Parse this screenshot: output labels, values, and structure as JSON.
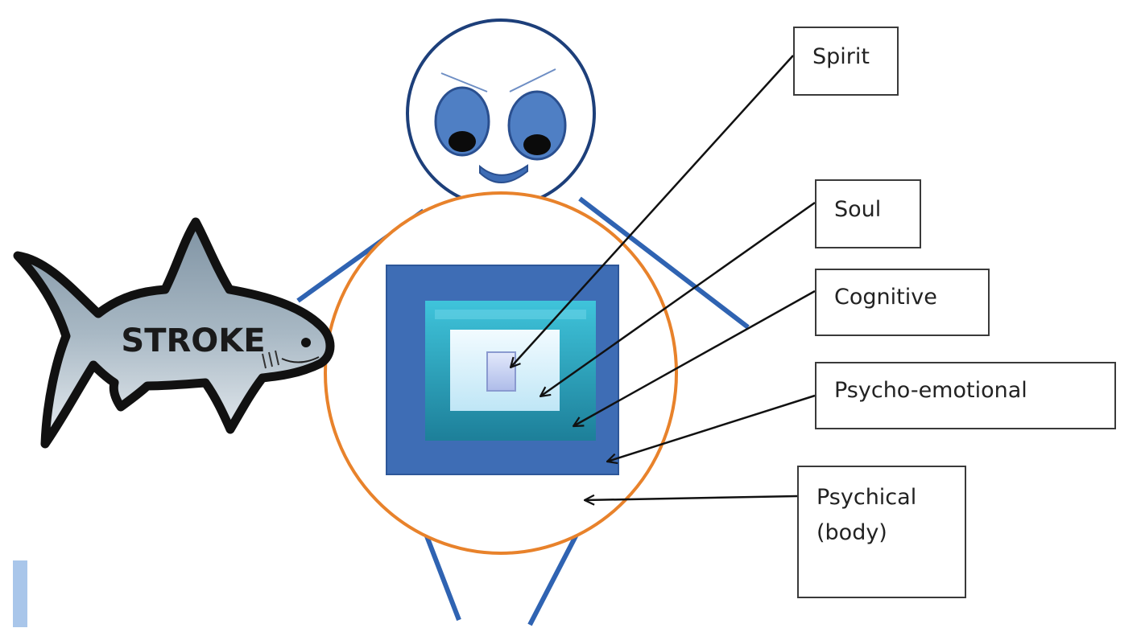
{
  "diagram": {
    "shark_label": "STROKE",
    "labels": [
      {
        "id": "spirit",
        "text": "Spirit"
      },
      {
        "id": "soul",
        "text": "Soul"
      },
      {
        "id": "cognitive",
        "text": "Cognitive"
      },
      {
        "id": "psycho-emotional",
        "text": "Psycho-emotional"
      },
      {
        "id": "psychical",
        "text": "Psychical\n(body)"
      }
    ],
    "colors": {
      "figure_line": "#2f63b2",
      "head_outline": "#1d3f7a",
      "eye": "#4f7fc4",
      "pupil": "#0b0b0b",
      "body_outline": "#e8822b",
      "outer_square": "#3e6db5",
      "psycho_square": "#2aa1b8",
      "cognitive_square": "#1aa9cf",
      "soul_square": "#d6f0fb",
      "spirit_square": "#c5cff2",
      "shark_body": "#9aabb8",
      "shark_outline": "#111111"
    }
  }
}
